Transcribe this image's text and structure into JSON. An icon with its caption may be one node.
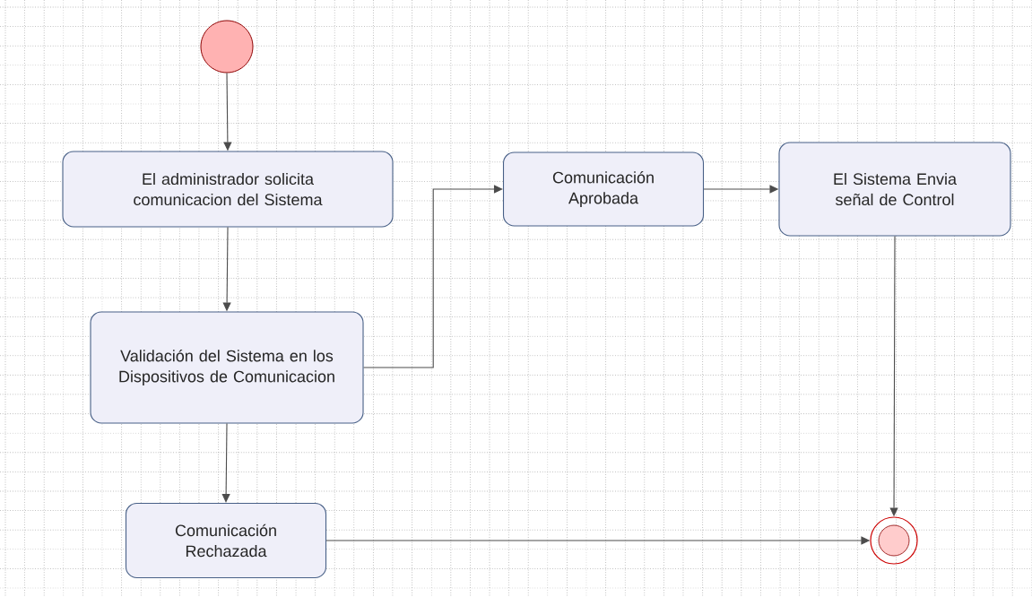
{
  "diagram": {
    "nodes": [
      {
        "text": [],
        "shape": "circle"
      },
      {
        "text": [
          "El administrador solicita comunicacion del Sistema"
        ]
      },
      {
        "text": [
          "Validación del Sistema en los Dispositivos de Comunicacion"
        ]
      },
      {
        "text": [
          "Comunicación Aprobada"
        ]
      },
      {
        "text": [
          "El Sistema Envia señal de Control"
        ]
      },
      {
        "text": [
          "Comunicación Rechazada"
        ]
      },
      {
        "text": [],
        "shape": "circle"
      }
    ],
    "edges": [
      {
        "from": 0,
        "to": 1,
        "arrow": "to"
      },
      {
        "from": 1,
        "to": 2,
        "arrow": "to"
      },
      {
        "from": 2,
        "to": 3,
        "arrow": "to"
      },
      {
        "from": 3,
        "to": 4,
        "arrow": "to"
      },
      {
        "from": 4,
        "to": 6,
        "arrow": "to"
      },
      {
        "from": 2,
        "to": 5,
        "arrow": "to"
      },
      {
        "from": 5,
        "to": 6,
        "arrow": "to"
      }
    ]
  }
}
